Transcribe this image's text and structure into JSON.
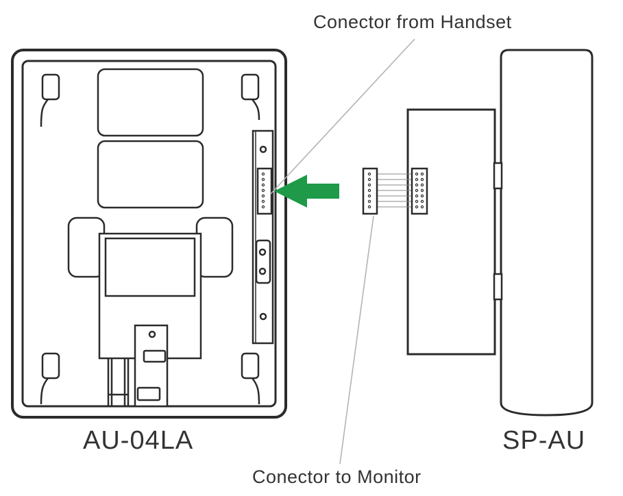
{
  "labels": {
    "handset_connector": "Conector from Handset",
    "monitor_connector": "Conector to Monitor",
    "monitor_unit": "AU-04LA",
    "speaker_unit": "SP-AU"
  },
  "colors": {
    "stroke": "#2b2b2b",
    "leader": "#b3b3b3",
    "arrow": "#1e9a48",
    "background": "#ffffff"
  },
  "icons": {
    "insert_arrow": "arrow-left-icon",
    "pin_connector": "connector-pins-icon"
  }
}
